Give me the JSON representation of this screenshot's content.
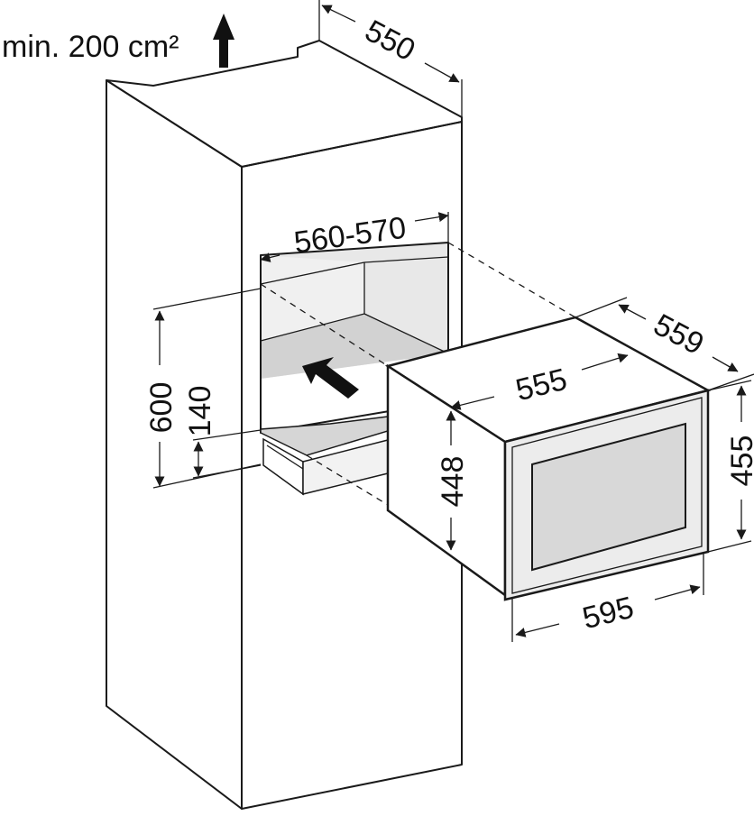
{
  "ventilation": {
    "label": "min. 200 cm²"
  },
  "dimensions": {
    "cabinet_depth": "550",
    "niche_width": "560-570",
    "appliance_depth": "559",
    "appliance_body_width": "555",
    "niche_height": "600",
    "base_height": "140",
    "body_height": "448",
    "front_height": "455",
    "front_width": "595"
  },
  "colors": {
    "line": "#1a1a1a",
    "niche_back": "#e6e6e6",
    "niche_floor": "#d4d4d4",
    "front_panel": "#ededed",
    "window": "#dadada"
  }
}
